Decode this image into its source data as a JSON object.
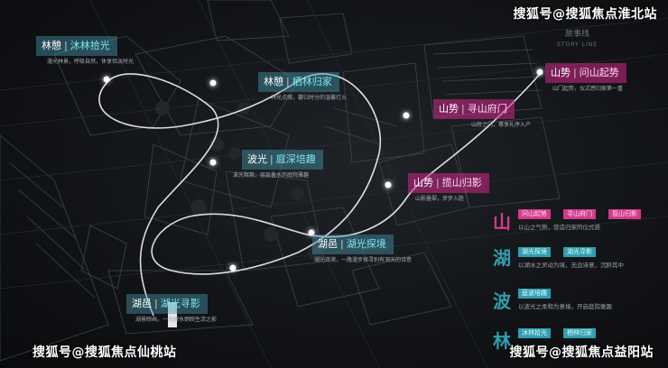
{
  "watermarks": {
    "top_right": "搜狐号@搜狐焦点淮北站",
    "bottom_left": "搜狐号@搜狐焦点仙桃站",
    "bottom_right": "搜狐号@搜狐焦点益阳站"
  },
  "story": {
    "title_cn": "故事线",
    "title_en": "STORY LINE"
  },
  "labels": [
    {
      "id": "linxie",
      "main": "林憩",
      "sub": "沐林拾光",
      "desc": "漫光林景，呼吸自然，休享恬淡时光"
    },
    {
      "id": "linqi",
      "main": "林憩",
      "sub": "栖林归家",
      "desc": "林光点缀，暮归时分的温馨灯火"
    },
    {
      "id": "boguang",
      "main": "波光",
      "sub": "庭深培趣",
      "desc": "波光粼粼，层层叠水的庭院雅趣"
    },
    {
      "id": "huyi",
      "main": "湖邑",
      "sub": "湖光探境",
      "desc": "湖光潋滟，一路漫步探寻别有洞天的诗意"
    },
    {
      "id": "huyi2",
      "main": "湖邑",
      "sub": "湖光寻影",
      "desc": "湖景映画，一池碧水倒映生活之影"
    },
    {
      "id": "shanshi1",
      "main": "山势",
      "sub": "问山起势",
      "desc": "山门起势，仪式感归家第一重"
    },
    {
      "id": "shanshi2",
      "main": "山势",
      "sub": "寻山府门",
      "desc": "山府之门，尊享礼序入户"
    },
    {
      "id": "shanshi3",
      "main": "山势",
      "sub": "揽山归影",
      "desc": "山影叠翠，步步入胜"
    }
  ],
  "legend": [
    {
      "char": "山",
      "color": "#d43a8c",
      "tags": [
        "问山起势",
        "寻山府门",
        "揽山归影"
      ],
      "desc": "以山之气势，营造归家的仪式感"
    },
    {
      "char": "湖",
      "color": "#2f9fb0",
      "tags": [
        "湖光探境",
        "湖光寻影"
      ],
      "desc": "以湖水之灵动为境，无边诗意，沉醉其中"
    },
    {
      "char": "波",
      "color": "#2f9fb0",
      "tags": [
        "庭波培趣"
      ],
      "desc": "以波光之柔和为意境，开启庭院雅趣"
    },
    {
      "char": "林",
      "color": "#2f9fb0",
      "tags": [
        "沐林拾光",
        "栖林归家"
      ],
      "desc": ""
    }
  ],
  "colors": {
    "pink": "#d43a8c",
    "cyan": "#2f9fb0",
    "path": "#ffffff"
  }
}
